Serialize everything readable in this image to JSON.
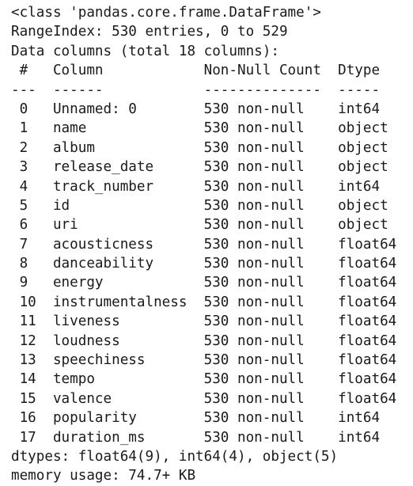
{
  "output": {
    "class_line": "<class 'pandas.core.frame.DataFrame'>",
    "range_index": "RangeIndex: 530 entries, 0 to 529",
    "data_columns": "Data columns (total 18 columns):",
    "header": " #   Column            Non-Null Count  Dtype  ",
    "separator": "---  ------            --------------  -----  ",
    "rows": [
      " 0   Unnamed: 0        530 non-null    int64  ",
      " 1   name              530 non-null    object ",
      " 2   album             530 non-null    object ",
      " 3   release_date      530 non-null    object ",
      " 4   track_number      530 non-null    int64  ",
      " 5   id                530 non-null    object ",
      " 6   uri               530 non-null    object ",
      " 7   acousticness      530 non-null    float64",
      " 8   danceability      530 non-null    float64",
      " 9   energy            530 non-null    float64",
      " 10  instrumentalness  530 non-null    float64",
      " 11  liveness          530 non-null    float64",
      " 12  loudness          530 non-null    float64",
      " 13  speechiness       530 non-null    float64",
      " 14  tempo             530 non-null    float64",
      " 15  valence           530 non-null    float64",
      " 16  popularity        530 non-null    int64  ",
      " 17  duration_ms       530 non-null    int64  "
    ],
    "dtypes": "dtypes: float64(9), int64(4), object(5)",
    "memory": "memory usage: 74.7+ KB"
  }
}
